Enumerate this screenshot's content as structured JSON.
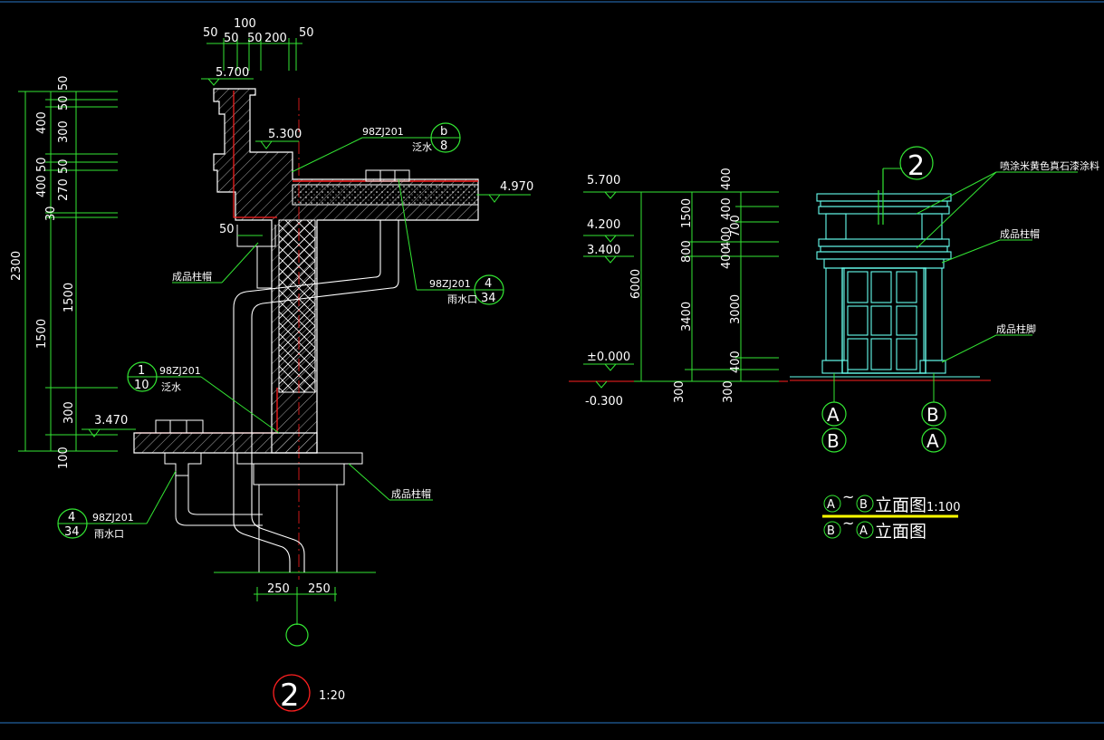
{
  "colors": {
    "background": "#000000",
    "dimension": "#33e633",
    "outline": "#ffffff",
    "section_cut": "#ff2020",
    "elevation": "#66ffee",
    "title_underline": "#ffff00",
    "frame": "#2a79c9"
  },
  "section": {
    "top_dims": {
      "d100": "100",
      "d50a": "50",
      "d50b": "50",
      "d50c": "50",
      "d200": "200",
      "d50d": "50"
    },
    "levels": {
      "l5700": "5.700",
      "l5300": "5.300",
      "l4970": "4.970",
      "l3470": "3.470"
    },
    "left_overall": "2300",
    "left_dims_outer": [
      "50",
      "400",
      "50",
      "400",
      "30",
      "1500",
      "300",
      "100"
    ],
    "left_dims_inner": [
      "50",
      "300",
      "50",
      "270",
      "30",
      "1500",
      "300"
    ],
    "dim_50_gutter": "50",
    "bottom_dims": [
      "250",
      "250"
    ],
    "callout_b8": {
      "code": "98ZJ201",
      "top": "b",
      "bottom": "8",
      "note": "泛水"
    },
    "callout_434a": {
      "code": "98ZJ201",
      "top": "4",
      "bottom": "34",
      "note": "雨水口"
    },
    "callout_110": {
      "code": "98ZJ201",
      "top": "1",
      "bottom": "10",
      "note": "泛水"
    },
    "callout_434b": {
      "code": "98ZJ201",
      "top": "4",
      "bottom": "34",
      "note": "雨水口"
    },
    "note_gutter": "成品柱帽",
    "note_cap": "成品柱帽",
    "title_number": "2",
    "title_scale": "1:20"
  },
  "elevation": {
    "levels": {
      "l5700": "5.700",
      "l4200": "4.200",
      "l3400": "3.400",
      "l0000": "±0.000",
      "lm300": "-0.300"
    },
    "left_overall": "6000",
    "dims_mid": [
      "1500",
      "800",
      "3400"
    ],
    "dims_right": [
      "400",
      "400",
      "700",
      "400",
      "400",
      "3000",
      "400"
    ],
    "bottom_dims": [
      "300",
      "300"
    ],
    "marker_number": "2",
    "notes": {
      "paint": "喷涂米黄色真石漆涂料",
      "cap": "成品柱帽",
      "base": "成品柱脚"
    },
    "axes": {
      "left_top": "A",
      "left_bottom": "B",
      "right_top": "B",
      "right_bottom": "A"
    },
    "title1": {
      "a": "A",
      "b": "B",
      "tilde": "~",
      "text": "立面图",
      "scale": "1:100"
    },
    "title2": {
      "a": "B",
      "b": "A",
      "tilde": "~",
      "text": "立面图"
    }
  }
}
